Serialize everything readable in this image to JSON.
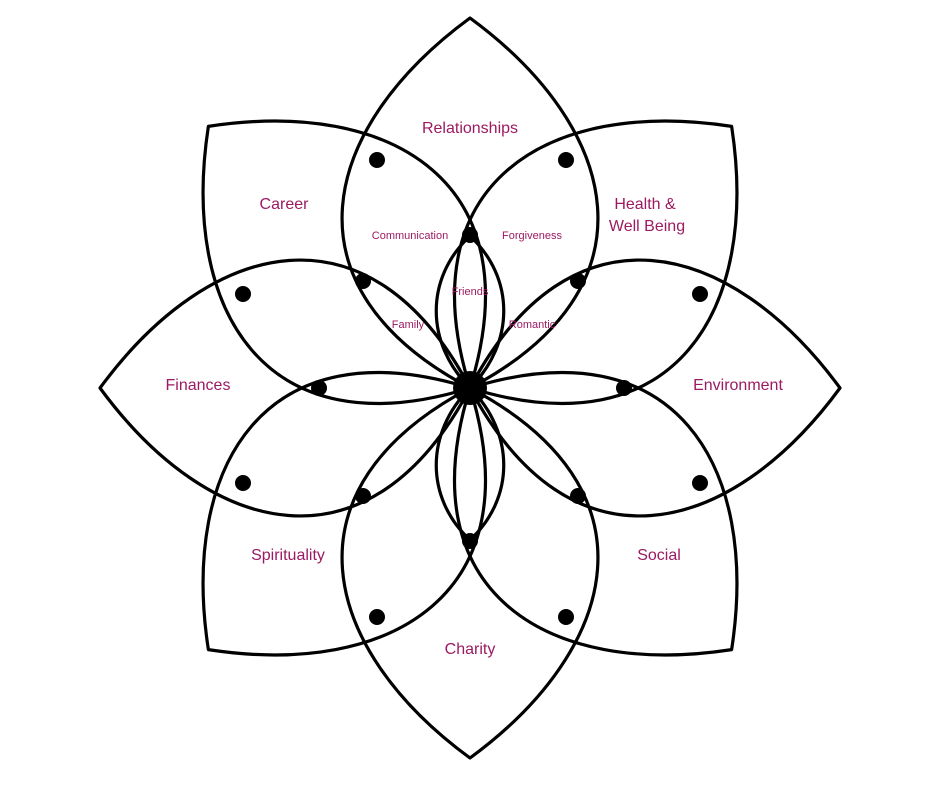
{
  "diagram": {
    "colors": {
      "stroke": "#000000",
      "label": "#9c1a62",
      "background": "#ffffff"
    },
    "outer_labels": {
      "relationships": "Relationships",
      "career": "Career",
      "health": "Health &",
      "health_2": "Well Being",
      "finances": "Finances",
      "environment": "Environment",
      "spirituality": "Spirituality",
      "social": "Social",
      "charity": "Charity"
    },
    "inner_labels": {
      "communication": "Communication",
      "forgiveness": "Forgiveness",
      "friends": "Friends",
      "family": "Family",
      "romantic": "Romantic"
    }
  }
}
